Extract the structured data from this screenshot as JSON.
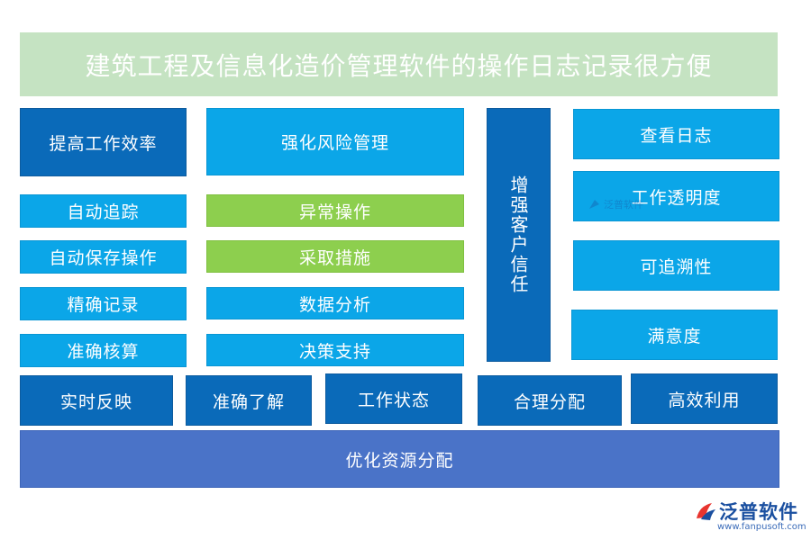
{
  "title": "建筑工程及信息化造价管理软件的操作日志记录很方便",
  "boxes": {
    "improve_efficiency": "提高工作效率",
    "auto_tracking": "自动追踪",
    "auto_save": "自动保存操作",
    "precise_record": "精确记录",
    "accurate_accounting": "准确核算",
    "risk_management": "强化风险管理",
    "abnormal_operation": "异常操作",
    "take_measures": "采取措施",
    "data_analysis": "数据分析",
    "decision_support": "决策支持",
    "customer_trust": "增强客户信任",
    "view_log": "查看日志",
    "transparency": "工作透明度",
    "traceability": "可追溯性",
    "satisfaction": "满意度",
    "realtime_feedback": "实时反映",
    "accurate_understanding": "准确了解",
    "work_status": "工作状态",
    "reasonable_allocation": "合理分配",
    "efficient_use": "高效利用",
    "optimize_allocation": "优化资源分配"
  },
  "watermark": "泛普软件",
  "logo": {
    "name": "泛普软件",
    "url": "www.fanpusoft.com"
  },
  "colors": {
    "title_bg": "#c5e3c2",
    "dark_blue": "#0a6ab9",
    "light_blue": "#0ba6e8",
    "green": "#8dcf4e",
    "indigo": "#4a73c8"
  }
}
